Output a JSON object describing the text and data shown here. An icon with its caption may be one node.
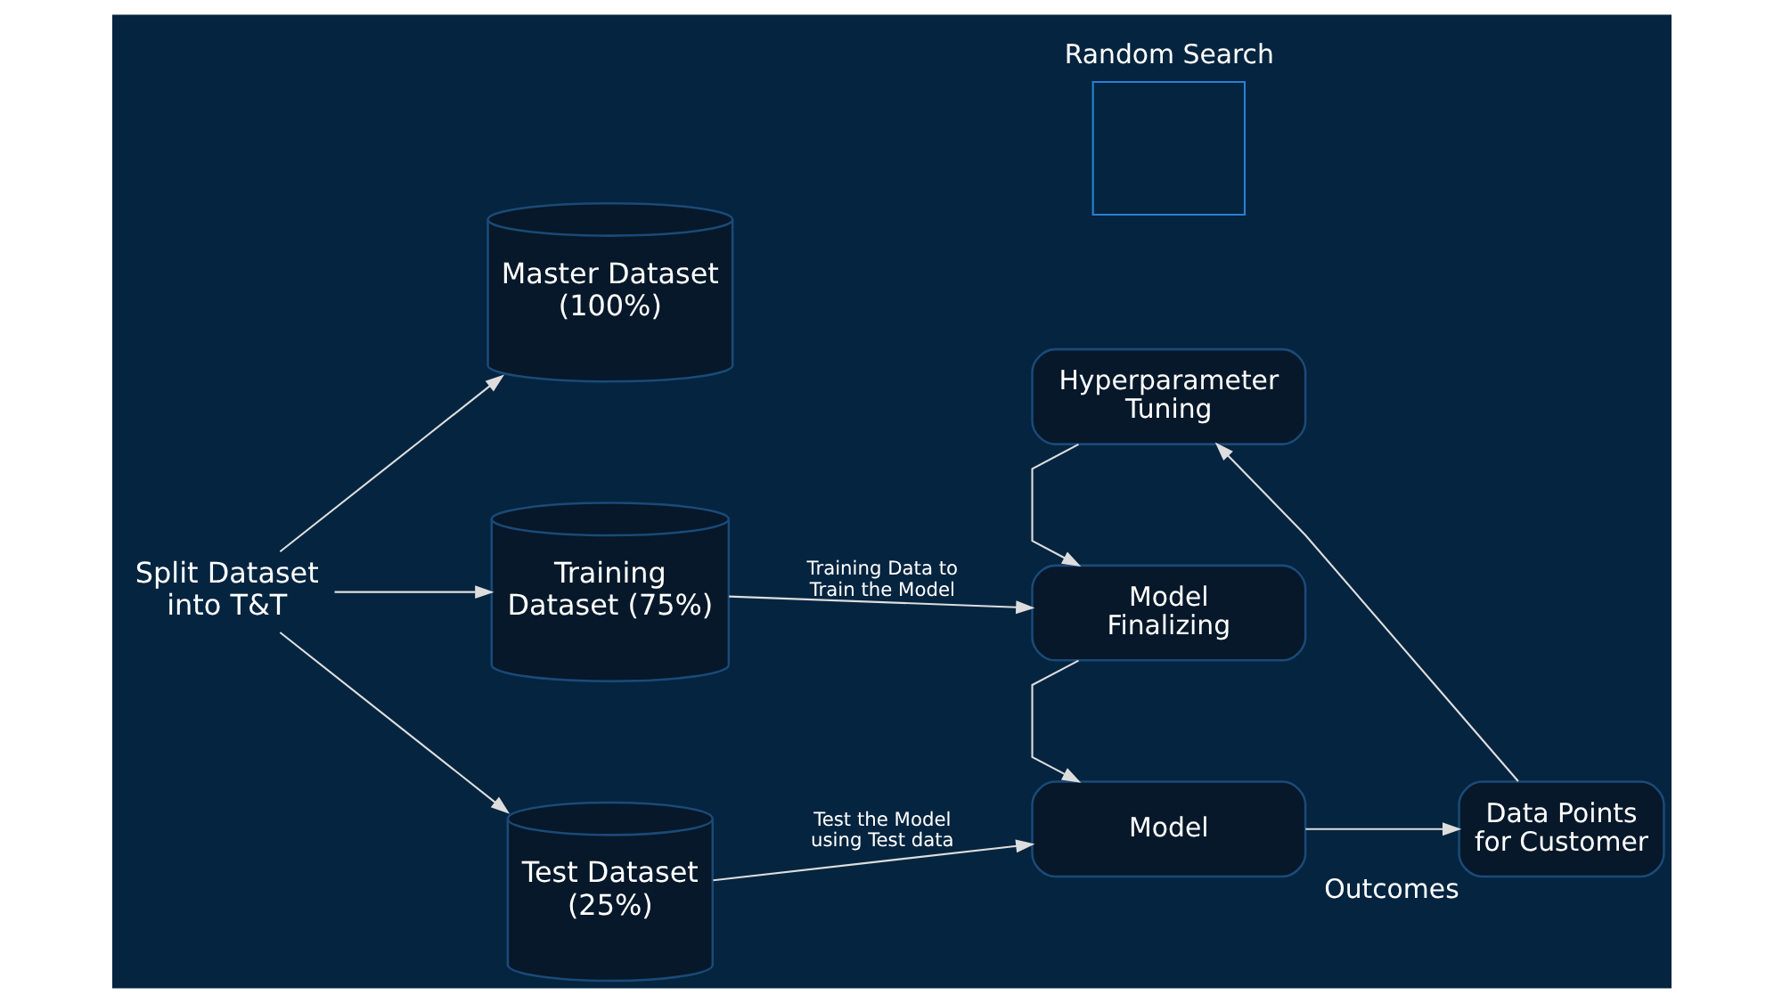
{
  "diagram": {
    "nodes": [
      {
        "text": [
          "Split Dataset into T&T"
        ]
      },
      {
        "text": [
          "Master Dataset (100%)"
        ]
      },
      {
        "text": [
          "Training Dataset (75%)"
        ]
      },
      {
        "text": [
          "Test Dataset (25%)"
        ]
      },
      {
        "text": [
          "Random Search"
        ]
      },
      {
        "text": [
          "Hyperparameter Tuning"
        ]
      },
      {
        "text": [
          "Model Finalizing"
        ]
      },
      {
        "text": [
          "Model"
        ]
      },
      {
        "text": [
          "Data Points for Customer"
        ],
        "beside": [
          "Outcomes"
        ]
      }
    ],
    "edges": [
      {
        "from": 0,
        "to": 1,
        "arrow": "to"
      },
      {
        "from": 0,
        "to": 2,
        "arrow": "to"
      },
      {
        "from": 0,
        "to": 3,
        "arrow": "to"
      },
      {
        "from": 2,
        "to": 6,
        "arrow": "to",
        "label": "Training Data to Train the Model"
      },
      {
        "from": 3,
        "to": 7,
        "arrow": "to",
        "label": "Test the Model using Test data"
      },
      {
        "from": 5,
        "to": 6,
        "arrow": "to"
      },
      {
        "from": 6,
        "to": 7,
        "arrow": "to"
      },
      {
        "from": 7,
        "to": 8,
        "arrow": "to"
      },
      {
        "from": 8,
        "to": 5,
        "arrow": "to"
      }
    ]
  }
}
